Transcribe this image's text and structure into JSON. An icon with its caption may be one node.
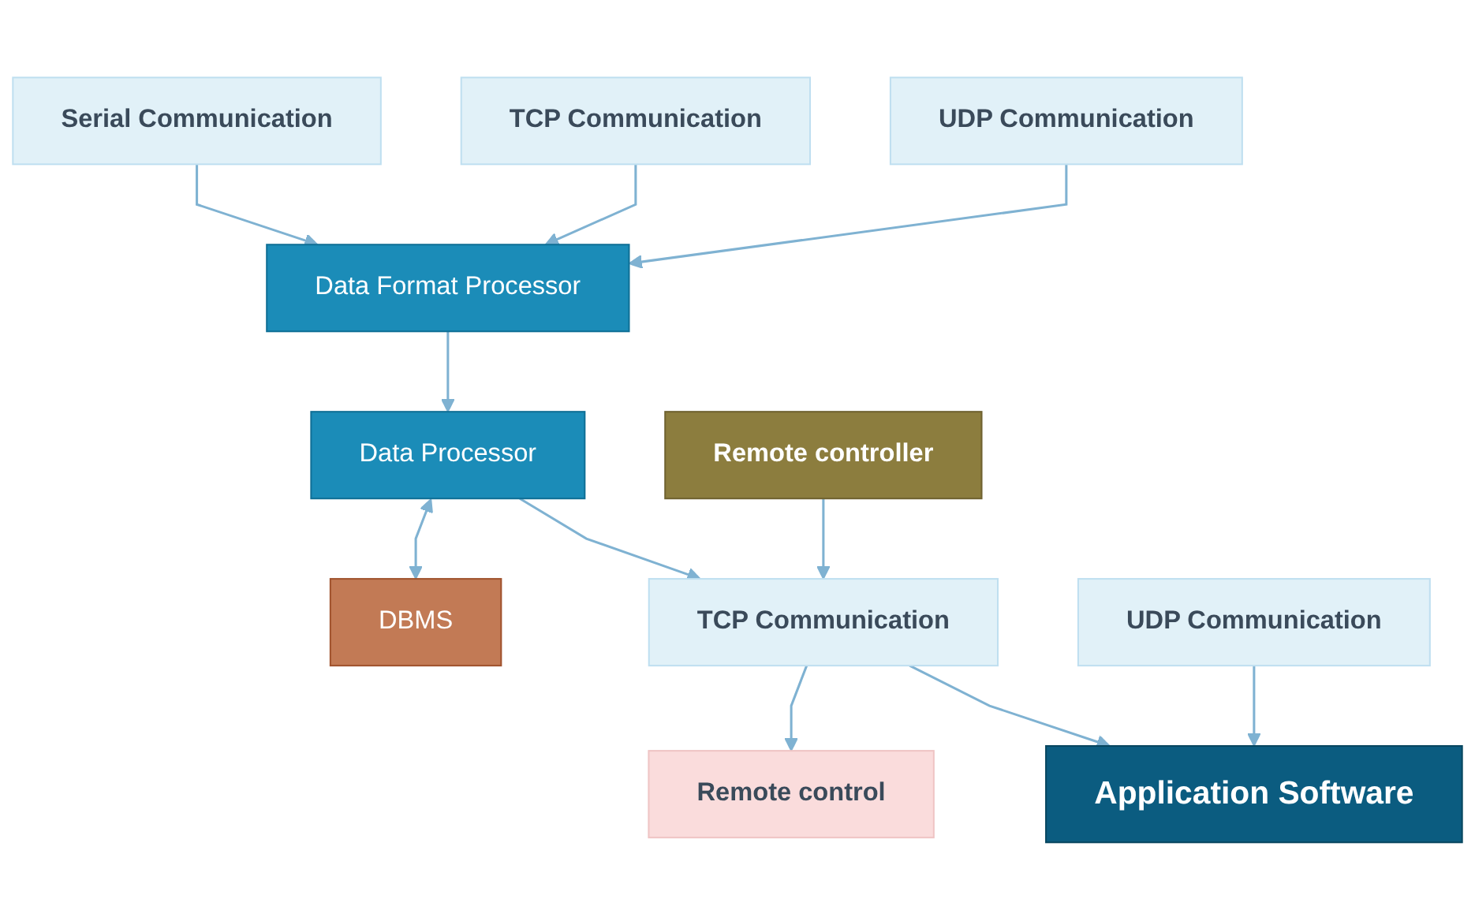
{
  "diagram": {
    "nodes": [
      {
        "text": [
          "Serial Communication"
        ]
      },
      {
        "text": [
          "TCP Communication"
        ]
      },
      {
        "text": [
          "UDP Communication"
        ]
      },
      {
        "text": [
          "Data Format Processor"
        ]
      },
      {
        "text": [
          "DBMS"
        ]
      },
      {
        "text": [
          "Data Processor"
        ]
      },
      {
        "text": [
          "Remote controller"
        ]
      },
      {
        "text": [
          "Remote control"
        ]
      },
      {
        "text": [
          "TCP Communication"
        ]
      },
      {
        "text": [
          "UDP Communication"
        ]
      },
      {
        "text": [
          "Application Software"
        ]
      }
    ],
    "edges": [
      {
        "from": 0,
        "to": 3,
        "arrow": "to"
      },
      {
        "from": 1,
        "to": 3,
        "arrow": "to"
      },
      {
        "from": 2,
        "to": 3,
        "arrow": "to"
      },
      {
        "from": 3,
        "to": 5,
        "arrow": "to"
      },
      {
        "from": 5,
        "to": 4,
        "arrow": "both"
      },
      {
        "from": 5,
        "to": 8,
        "arrow": "to"
      },
      {
        "from": 6,
        "to": 8,
        "arrow": "to"
      },
      {
        "from": 8,
        "to": 7,
        "arrow": "to"
      },
      {
        "from": 8,
        "to": 10,
        "arrow": "to"
      },
      {
        "from": 9,
        "to": 10,
        "arrow": "to"
      }
    ]
  }
}
